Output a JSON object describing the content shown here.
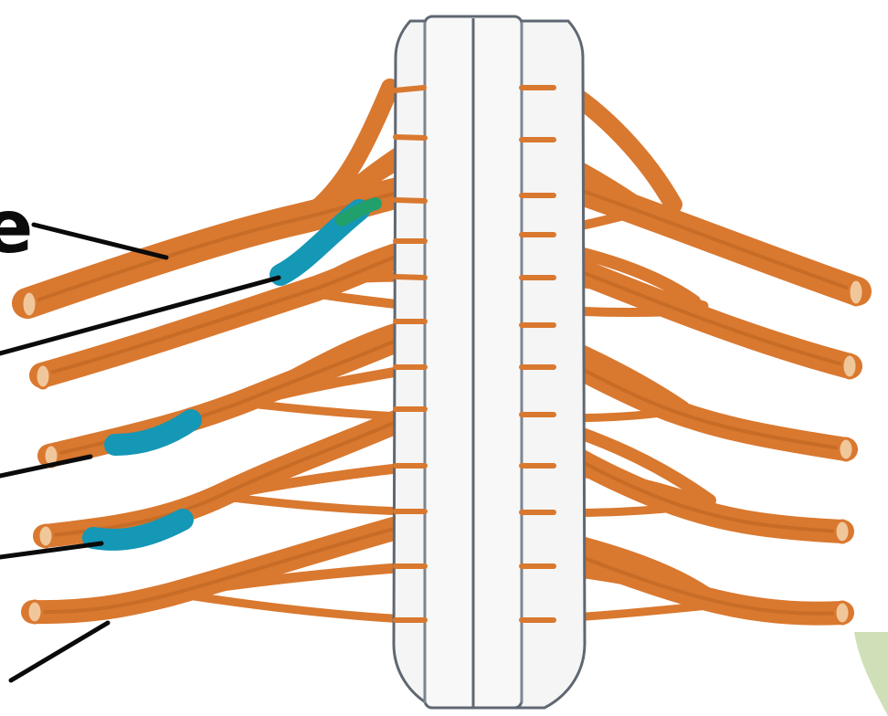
{
  "labels": {
    "fragment_1": "e"
  },
  "colors": {
    "nerve_fill": "#d9782f",
    "nerve_dark": "#b6611f",
    "nerve_light": "#f0c79a",
    "highlight_fill": "#1597b6",
    "highlight_tip": "#22a06b",
    "cord_fill": "#f5f5f5",
    "cord_outline": "#5f6772",
    "leader_line": "#0b0b0b",
    "corner_accent": "#cfe0b8"
  },
  "highlighted_segments": [
    "upper-left-root",
    "left-nerve-3",
    "left-nerve-4"
  ]
}
